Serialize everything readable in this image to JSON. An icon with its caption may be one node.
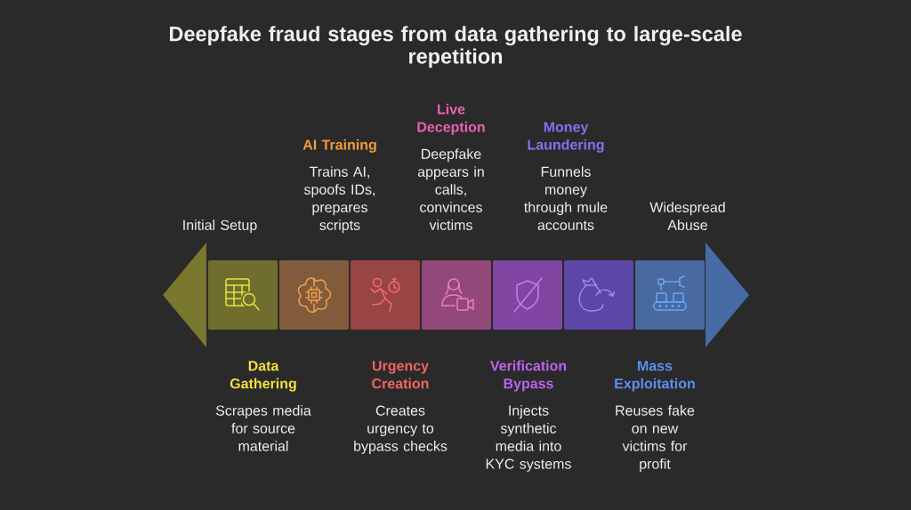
{
  "diagram": {
    "title": "Deepfake fraud stages from data gathering to large-scale repetition",
    "nodes": [
      {
        "text": [
          "Initial Setup"
        ]
      },
      {
        "text": [
          "Data Gathering",
          "Scrapes media for source material"
        ]
      },
      {
        "text": [
          "AI Training",
          "Trains AI, spoofs IDs, prepares scripts"
        ]
      },
      {
        "text": [
          "Urgency Creation",
          "Creates urgency to bypass checks"
        ]
      },
      {
        "text": [
          "Live Deception",
          "Deepfake appears in calls, convinces victims"
        ]
      },
      {
        "text": [
          "Verification Bypass",
          "Injects synthetic media into KYC systems"
        ]
      },
      {
        "text": [
          "Money Laundering",
          "Funnels money through mule accounts"
        ]
      },
      {
        "text": [
          "Mass Exploitation",
          "Reuses fake on new victims for profit"
        ]
      },
      {
        "text": [
          "Widespread Abuse"
        ]
      }
    ]
  }
}
